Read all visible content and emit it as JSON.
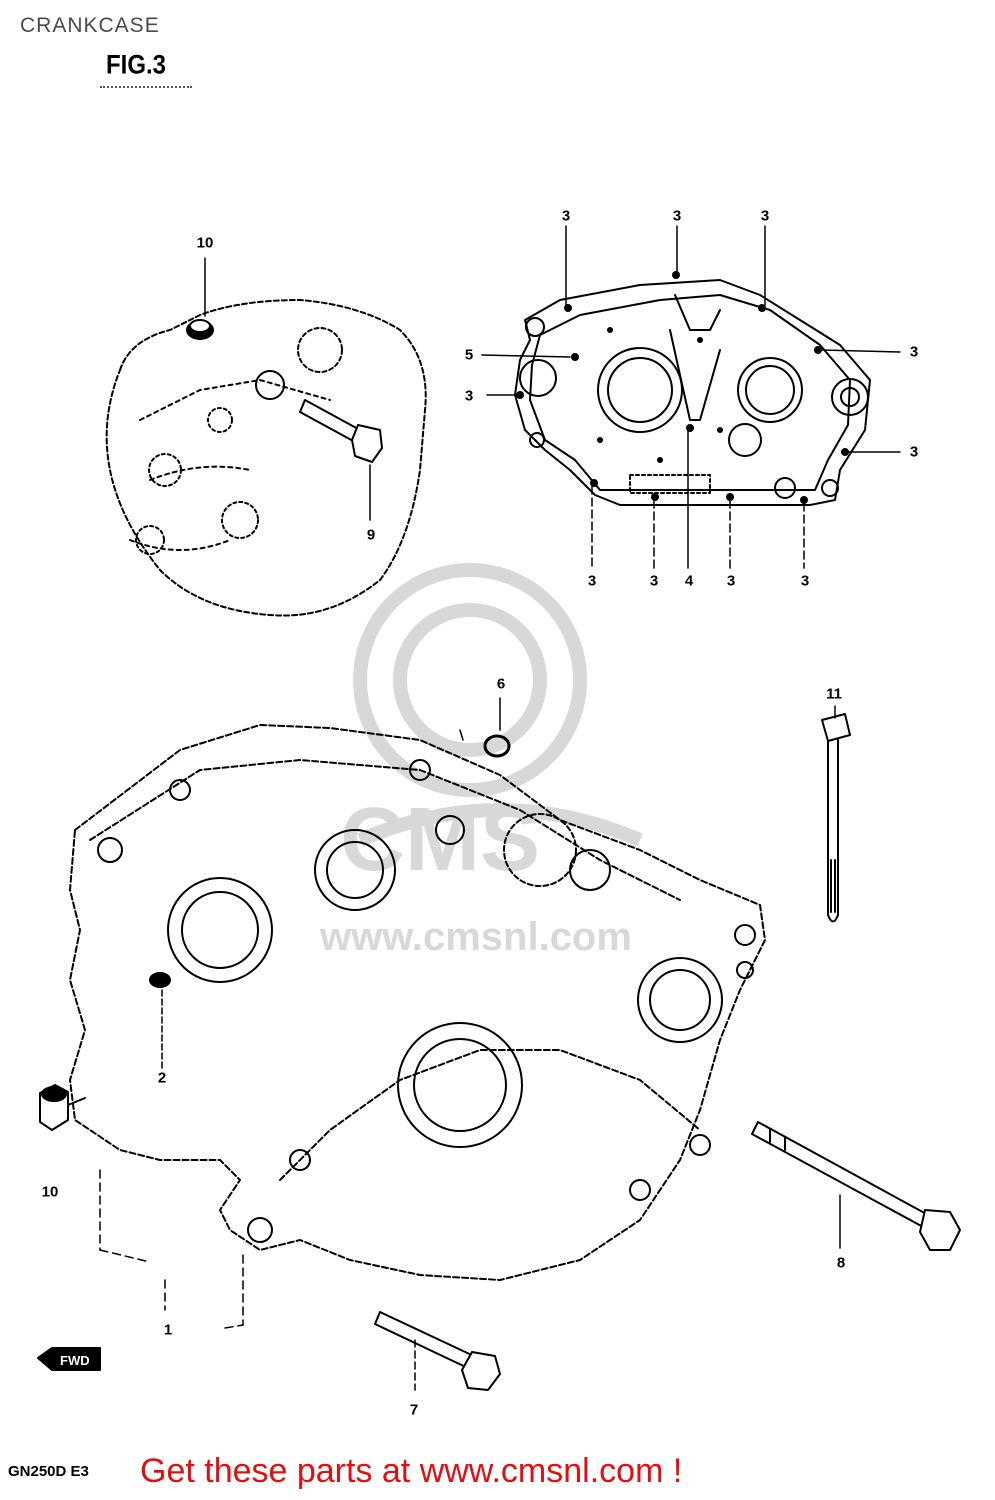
{
  "page": {
    "title": "CRANKCASE"
  },
  "figure": {
    "label": "FIG.3"
  },
  "callouts": [
    {
      "id": "c-10-top",
      "label": "10"
    },
    {
      "id": "c-9",
      "label": "9"
    },
    {
      "id": "c-3-a",
      "label": "3"
    },
    {
      "id": "c-3-b",
      "label": "3"
    },
    {
      "id": "c-3-c",
      "label": "3"
    },
    {
      "id": "c-5",
      "label": "5"
    },
    {
      "id": "c-3-d",
      "label": "3"
    },
    {
      "id": "c-3-e",
      "label": "3"
    },
    {
      "id": "c-3-f",
      "label": "3"
    },
    {
      "id": "c-3-g",
      "label": "3"
    },
    {
      "id": "c-3-h",
      "label": "3"
    },
    {
      "id": "c-3-i",
      "label": "3"
    },
    {
      "id": "c-4",
      "label": "4"
    },
    {
      "id": "c-3-j",
      "label": "3"
    },
    {
      "id": "c-3-k",
      "label": "3"
    },
    {
      "id": "c-6",
      "label": "6"
    },
    {
      "id": "c-11",
      "label": "11"
    },
    {
      "id": "c-2",
      "label": "2"
    },
    {
      "id": "c-10-bottom",
      "label": "10"
    },
    {
      "id": "c-1",
      "label": "1"
    },
    {
      "id": "c-8",
      "label": "8"
    },
    {
      "id": "c-7",
      "label": "7"
    }
  ],
  "footer": {
    "model_code": "GN250D E3",
    "cta_text": "Get these parts at www.cmsnl.com !"
  },
  "colors": {
    "line": "#000000",
    "cta": "#e01010",
    "watermark": "#d8d8d8"
  }
}
